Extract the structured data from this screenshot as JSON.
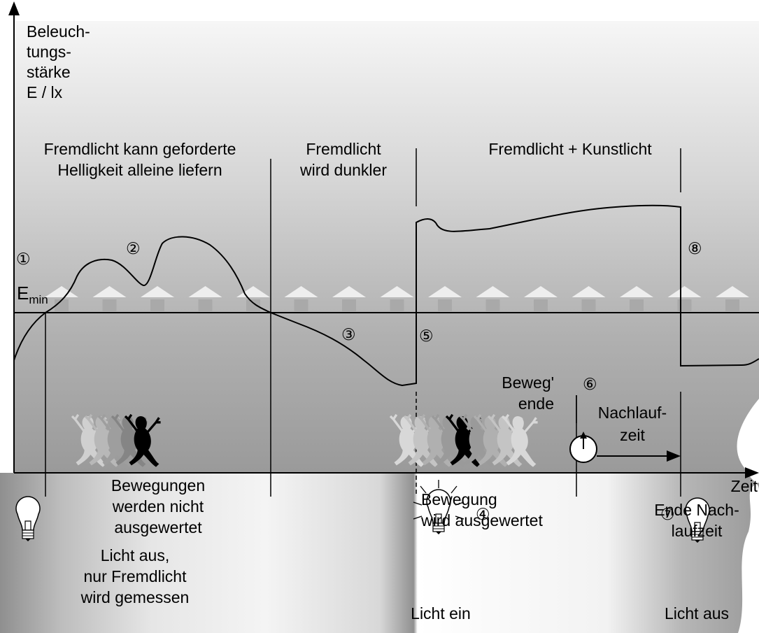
{
  "y_axis": {
    "label_lines": [
      "Beleuch-",
      "tungs-",
      "stärke",
      "E / lx"
    ]
  },
  "x_axis": {
    "label": "Zeit"
  },
  "threshold": {
    "label_main": "E",
    "label_sub": "min"
  },
  "phases": [
    {
      "lines": [
        "Fremdlicht kann geforderte",
        "Helligkeit alleine liefern"
      ]
    },
    {
      "lines": [
        "Fremdlicht",
        "wird dunkler"
      ]
    },
    {
      "lines": [
        "Fremdlicht + Kunstlicht"
      ]
    }
  ],
  "markers": [
    "①",
    "②",
    "③",
    "④",
    "⑤",
    "⑥",
    "⑦",
    "⑧"
  ],
  "annotations": {
    "motion_end": [
      "Beweg'",
      "ende"
    ],
    "follow_up": [
      "Nachlauf-",
      "zeit"
    ],
    "not_evaluated": [
      "Bewegungen",
      "werden nicht",
      "ausgewertet"
    ],
    "evaluated": [
      "Bewegung",
      "wird ausgewertet"
    ],
    "end_follow_up": [
      "Ende Nach-",
      "laufzeit"
    ],
    "light_off_measure": [
      "Licht aus,",
      "nur Fremdlicht",
      "wird gemessen"
    ],
    "light_on": "Licht ein",
    "light_off": "Licht aus"
  },
  "colors": {
    "curve": "#000000",
    "house": "#a9a9a9",
    "band_dark": "#8a8a8a",
    "plot_top": "#f4f4f4"
  },
  "icons": [
    "lightbulb-off-icon",
    "lightbulb-on-icon",
    "lightbulb-off-icon",
    "stopwatch-icon",
    "running-person-icon"
  ]
}
